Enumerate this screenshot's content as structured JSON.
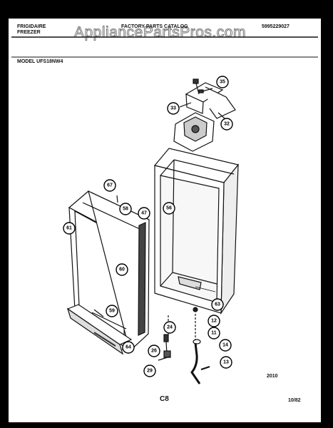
{
  "watermark": "AppliancePartsPros.com",
  "header": {
    "brand": "FRIGIDAIRE",
    "category": "FREEZER",
    "catalog_title": "FACTORY PARTS CATALOG",
    "catalog_number": "5995229027",
    "model_label": "MODEL UFS18NW4"
  },
  "callouts": [
    "35",
    "33",
    "32",
    "67",
    "58",
    "56",
    "47",
    "61",
    "60",
    "59",
    "24",
    "26",
    "29",
    "64",
    "63",
    "12",
    "11",
    "14",
    "13"
  ],
  "footer": {
    "diagram_number": "2010",
    "page_code": "C8",
    "date": "10/82"
  }
}
